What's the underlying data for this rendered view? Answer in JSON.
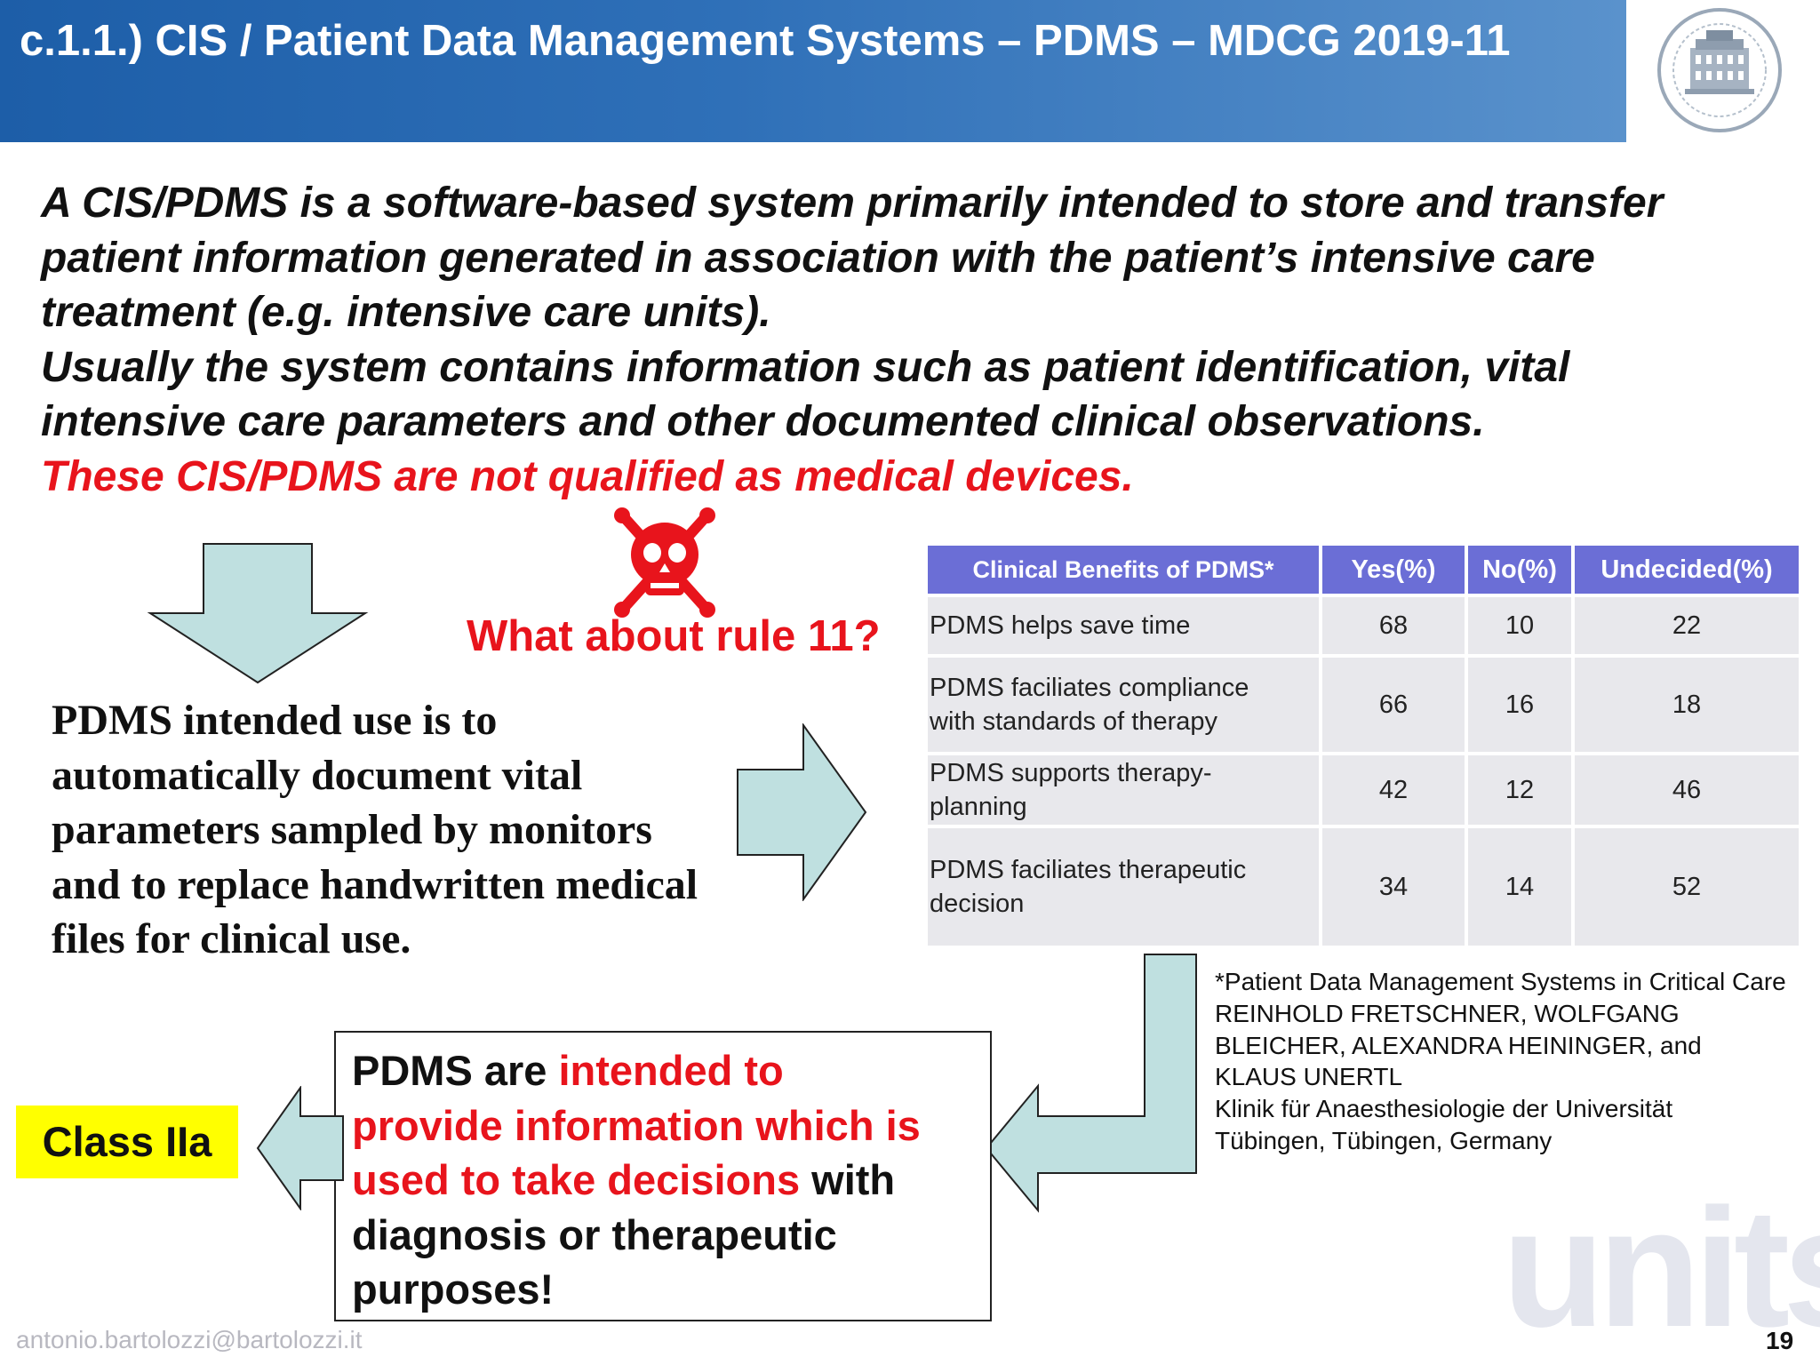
{
  "header": {
    "title": "c.1.1.) CIS / Patient Data Management Systems – PDMS – MDCG 2019-11",
    "colors": {
      "band_start": "#1d5ea8",
      "band_end": "#5a92cc"
    }
  },
  "logo": {
    "icon": "university-seal-icon"
  },
  "definition": {
    "lines": [
      "A CIS/PDMS is a software-based system primarily intended to store and transfer",
      "patient information generated in association with the patient’s intensive care",
      "treatment (e.g. intensive care units).",
      "Usually the system contains information such as patient identification, vital",
      "intensive care parameters and other documented clinical observations."
    ],
    "conclusion": "These CIS/PDMS are not qualified as medical devices."
  },
  "warning": {
    "icon": "skull-crossbones-icon",
    "question": "What about rule 11?"
  },
  "intended_use": {
    "lines": [
      "PDMS intended use is to",
      "automatically document vital",
      "parameters sampled by monitors",
      "and to replace handwritten medical",
      "files for clinical use."
    ]
  },
  "table": {
    "headers": [
      "Clinical Benefits of PDMS*",
      "Yes(%)",
      "No(%)",
      "Undecided(%)"
    ],
    "rows": [
      {
        "label": [
          "PDMS helps save time"
        ],
        "yes": "68",
        "no": "10",
        "undecided": "22"
      },
      {
        "label": [
          "PDMS faciliates compliance",
          "with standards of therapy"
        ],
        "yes": "66",
        "no": "16",
        "undecided": "18"
      },
      {
        "label": [
          "PDMS supports therapy-",
          "planning"
        ],
        "yes": "42",
        "no": "12",
        "undecided": "46"
      },
      {
        "label": [
          "PDMS faciliates therapeutic",
          "decision"
        ],
        "yes": "34",
        "no": "14",
        "undecided": "52"
      }
    ],
    "colors": {
      "header_bg": "#6b6ed6",
      "cell_bg": "#e8e8ec"
    }
  },
  "citation": {
    "lines": [
      "*Patient Data Management Systems in Critical Care",
      "REINHOLD FRETSCHNER, WOLFGANG",
      "BLEICHER, ALEXANDRA HEININGER, and",
      "KLAUS UNERTL",
      "Klinik für Anaesthesiologie der Universität",
      "Tübingen, Tübingen, Germany"
    ]
  },
  "callout": {
    "line1_a": "PDMS are ",
    "line1_b": "intended to",
    "line2": "provide information which is",
    "line3_a": "used to take decisions",
    "line3_b": " with",
    "line4": "diagnosis or therapeutic",
    "line5": "purposes!"
  },
  "classification": {
    "label": "Class IIa",
    "color": "#ffff00"
  },
  "footer": {
    "email": "antonio.bartolozzi@bartolozzi.it",
    "watermark": "units",
    "page": "19"
  },
  "colors": {
    "arrow_fill": "#bfe0e0",
    "accent_red": "#e8141c"
  }
}
